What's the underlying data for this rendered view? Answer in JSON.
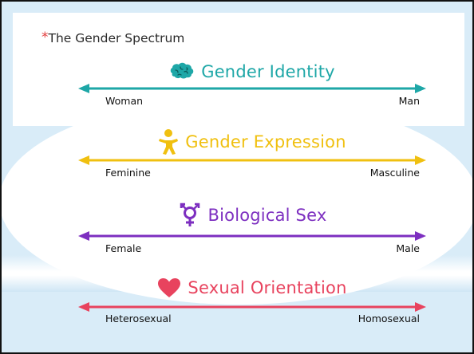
{
  "slide": {
    "bullet": "*",
    "title": "The Gender Spectrum"
  },
  "spectrums": [
    {
      "title": "Gender Identity",
      "icon": "brain-icon",
      "left": "Woman",
      "right": "Man",
      "color": "#1ea7a7"
    },
    {
      "title": "Gender Expression",
      "icon": "person-icon",
      "left": "Feminine",
      "right": "Masculine",
      "color": "#f0c010"
    },
    {
      "title": "Biological Sex",
      "icon": "transgender-symbol-icon",
      "left": "Female",
      "right": "Male",
      "color": "#7d2fc0"
    },
    {
      "title": "Sexual Orientation",
      "icon": "heart-icon",
      "left": "Heterosexual",
      "right": "Homosexual",
      "color": "#e8435e"
    }
  ]
}
